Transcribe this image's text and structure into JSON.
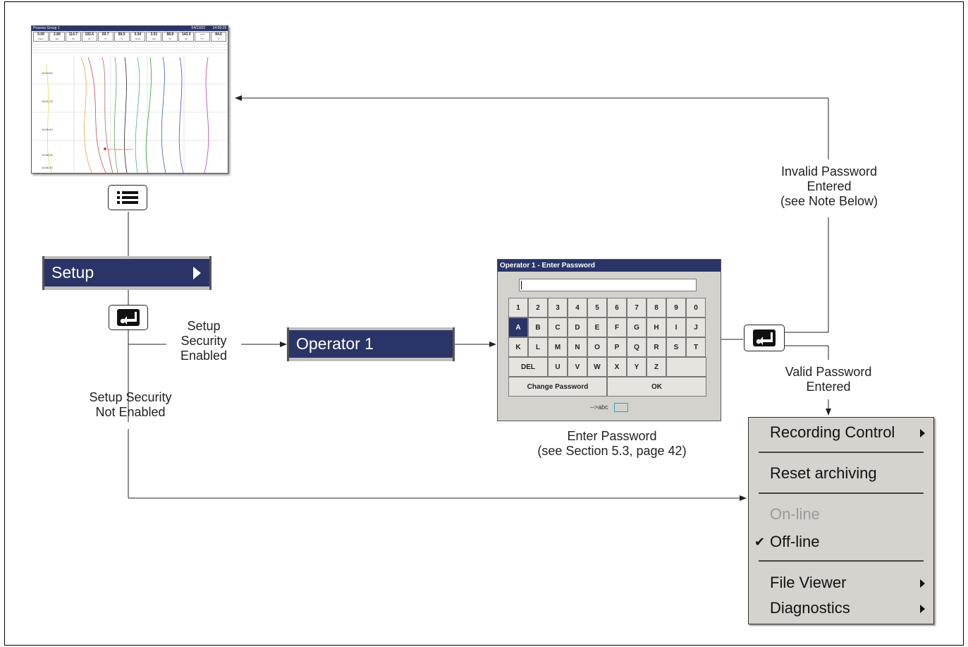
{
  "recorder": {
    "title": "Process Group 1",
    "date": "04/12/02",
    "time": "14:59:29",
    "tiles": [
      {
        "value": "0.09",
        "unit": "hours"
      },
      {
        "value": "2.89",
        "unit": "bar"
      },
      {
        "value": "114.7",
        "unit": "l/h"
      },
      {
        "value": "193.6",
        "unit": "l/h"
      },
      {
        "value": "69.7",
        "unit": "°C"
      },
      {
        "value": "89.9",
        "unit": "°C"
      },
      {
        "value": "0.94",
        "unit": "hours"
      },
      {
        "value": "3.01",
        "unit": "bar"
      },
      {
        "value": "88.8",
        "unit": "l/h"
      },
      {
        "value": "143.0",
        "unit": "l/h"
      },
      {
        "value": "----",
        "unit": "°C"
      },
      {
        "value": "84.6",
        "unit": "°C"
      }
    ],
    "time_marks": [
      "15:03:00",
      "15:01:15",
      "14:59:40",
      "14:58:15",
      "14:56:30"
    ],
    "alarm_note": "15:17  Alarm Event 1"
  },
  "icons": {
    "menu": "list-icon",
    "enter": "enter-key-icon"
  },
  "setup_bar": {
    "label": "Setup"
  },
  "operator_bar": {
    "label": "Operator 1"
  },
  "labels": {
    "setup_security_enabled": "Setup\nSecurity\nEnabled",
    "setup_security_not_enabled": "Setup Security\nNot Enabled",
    "invalid_password": "Invalid Password\nEntered\n(see Note Below)",
    "valid_password": "Valid Password\nEntered",
    "enter_password": "Enter Password\n(see Section 5.3, page 42)"
  },
  "keyboard": {
    "title": "Operator 1 - Enter Password",
    "rows": [
      [
        "1",
        "2",
        "3",
        "4",
        "5",
        "6",
        "7",
        "8",
        "9",
        "0"
      ],
      [
        "A",
        "B",
        "C",
        "D",
        "E",
        "F",
        "G",
        "H",
        "I",
        "J"
      ],
      [
        "K",
        "L",
        "M",
        "N",
        "O",
        "P",
        "Q",
        "R",
        "S",
        "T"
      ]
    ],
    "row4": [
      "DEL",
      "U",
      "V",
      "W",
      "X",
      "Y",
      "Z",
      ""
    ],
    "change_password": "Change Password",
    "ok": "OK",
    "footer": "-->abc"
  },
  "menu": {
    "items": [
      {
        "label": "Recording Control",
        "submenu": true,
        "disabled": false,
        "checked": false
      },
      {
        "label": "Reset archiving",
        "submenu": false,
        "disabled": false,
        "checked": false
      },
      {
        "label": "On-line",
        "submenu": false,
        "disabled": true,
        "checked": false
      },
      {
        "label": "Off-line",
        "submenu": false,
        "disabled": false,
        "checked": true
      },
      {
        "label": "File Viewer",
        "submenu": true,
        "disabled": false,
        "checked": false
      },
      {
        "label": "Diagnostics",
        "submenu": true,
        "disabled": false,
        "checked": false
      }
    ],
    "check_glyph": "✔"
  },
  "colors": {
    "bar": "#2b3466",
    "arrow": "#222222"
  }
}
